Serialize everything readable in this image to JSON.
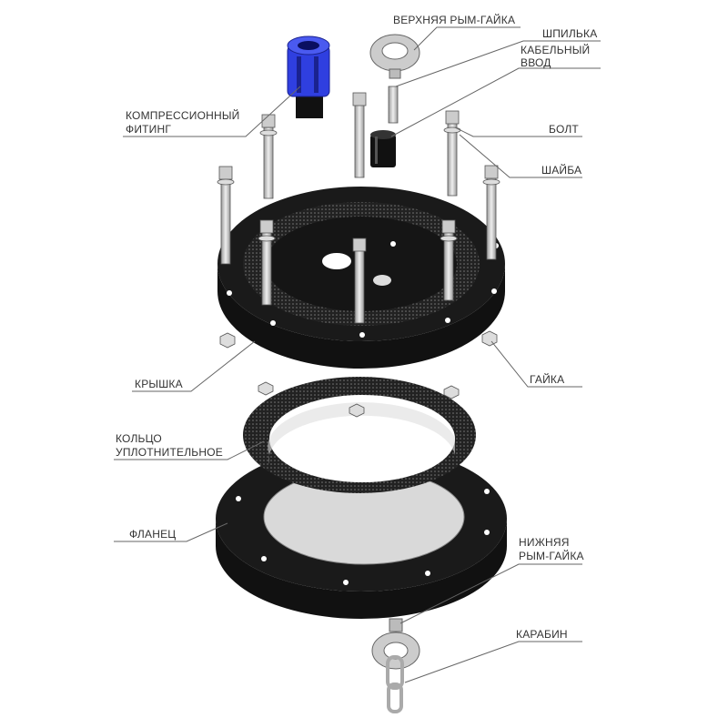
{
  "labels": {
    "top_eye_nut": "ВЕРХНЯЯ РЫМ-ГАЙКА",
    "stud": "ШПИЛЬКА",
    "cable_gland_1": "КАБЕЛЬНЫЙ",
    "cable_gland_2": "ВВОД",
    "fitting_1": "КОМПРЕССИОННЫЙ",
    "fitting_2": "ФИТИНГ",
    "bolt": "БОЛТ",
    "washer": "ШАЙБА",
    "cover": "КРЫШКА",
    "nut": "ГАЙКА",
    "ring_1": "КОЛЬЦО",
    "ring_2": "УПЛОТНИТЕЛЬНОЕ",
    "flange": "ФЛАНЕЦ",
    "bottom_eye_nut_1": "НИЖНЯЯ",
    "bottom_eye_nut_2": "РЫМ-ГАЙКА",
    "carabiner": "КАРАБИН"
  },
  "colors": {
    "part": "#111111",
    "metal": "#c8c8c8",
    "fitting": "#2f3fe0",
    "hole": "#d9d9d9"
  }
}
